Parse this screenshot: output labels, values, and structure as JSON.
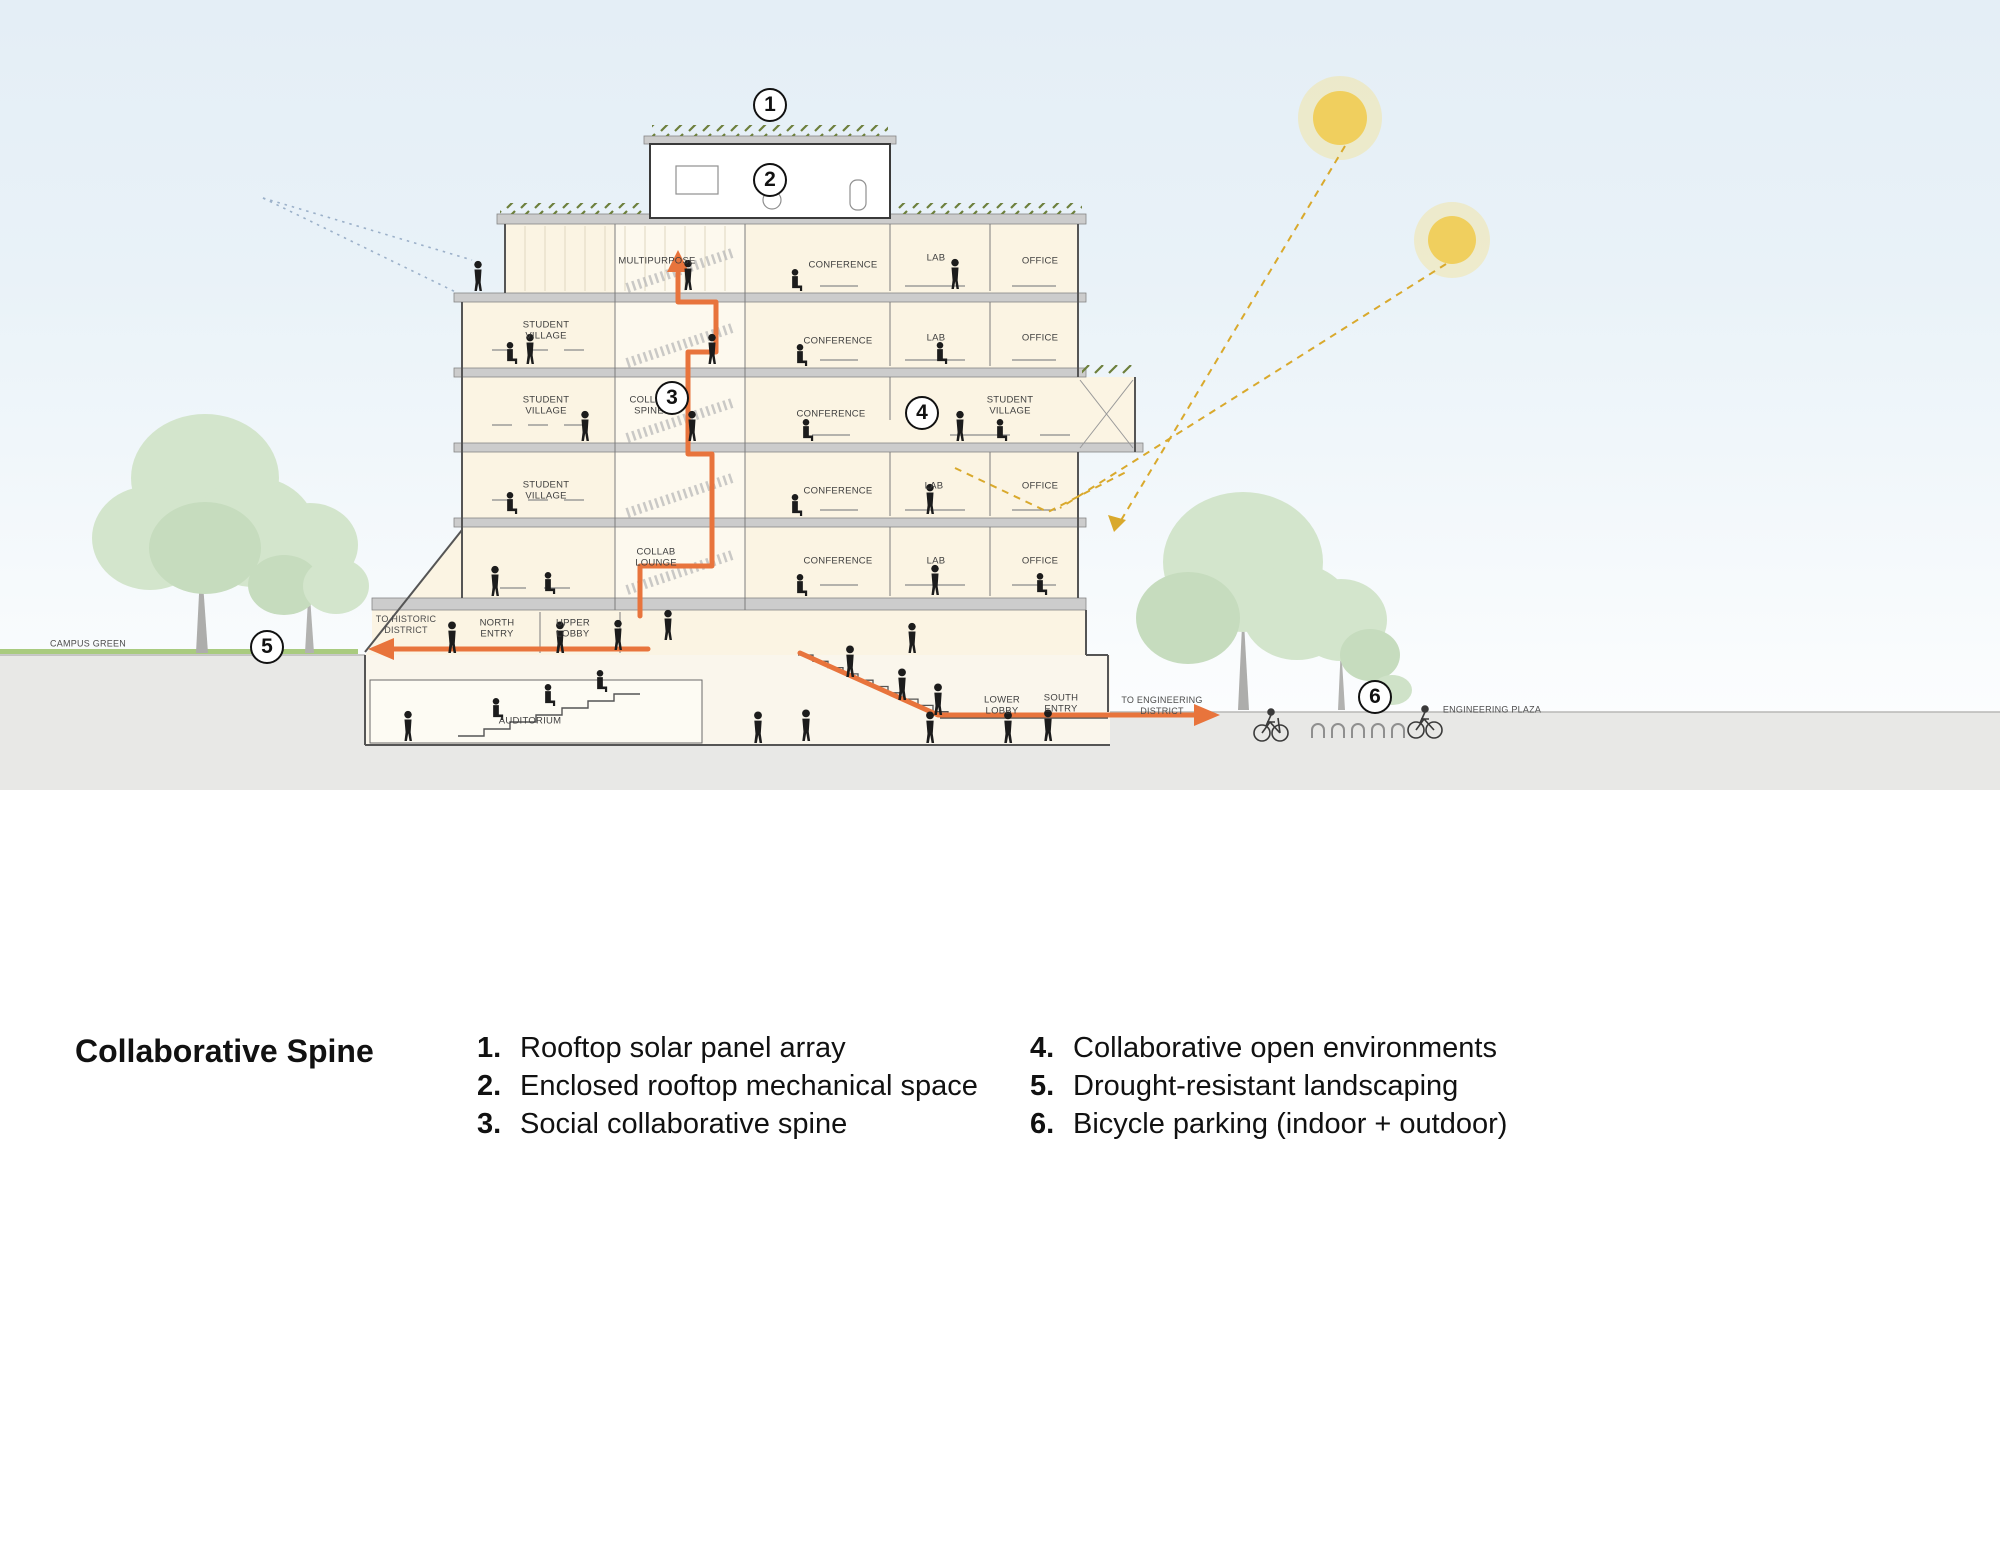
{
  "title": "Collaborative Spine",
  "legend": [
    {
      "num": "1.",
      "text": "Rooftop solar panel array"
    },
    {
      "num": "2.",
      "text": "Enclosed rooftop mechanical space"
    },
    {
      "num": "3.",
      "text": "Social collaborative spine"
    },
    {
      "num": "4.",
      "text": "Collaborative open environments"
    },
    {
      "num": "5.",
      "text": "Drought-resistant landscaping"
    },
    {
      "num": "6.",
      "text": "Bicycle parking (indoor + outdoor)"
    }
  ],
  "markers": {
    "m1": "1",
    "m2": "2",
    "m3": "3",
    "m4": "4",
    "m5": "5",
    "m6": "6"
  },
  "rooms": {
    "f6": [
      "MULTIPURPOSE",
      "CONFERENCE",
      "LAB",
      "OFFICE"
    ],
    "f5": [
      "STUDENT\nVILLAGE",
      "CONFERENCE",
      "LAB",
      "OFFICE"
    ],
    "f4": [
      "STUDENT\nVILLAGE",
      "COLLAB\nSPINE",
      "CONFERENCE",
      "STUDENT\nVILLAGE"
    ],
    "f3": [
      "STUDENT\nVILLAGE",
      "CONFERENCE",
      "LAB",
      "OFFICE"
    ],
    "f2": [
      "COLLAB\nLOUNGE",
      "CONFERENCE",
      "LAB",
      "OFFICE"
    ],
    "f1": [
      "NORTH\nENTRY",
      "UPPER\nLOBBY"
    ],
    "lower": [
      "AUDITORIUM",
      "LOWER\nLOBBY",
      "SOUTH\nENTRY"
    ]
  },
  "site": {
    "campus_green": "CAMPUS GREEN",
    "to_historic": "TO HISTORIC\nDISTRICT",
    "to_engineering": "TO ENGINEERING\nDISTRICT",
    "engineering_plaza": "ENGINEERING PLAZA"
  },
  "colors": {
    "accent_orange": "#e8743c",
    "sun_yellow": "#f0cf5e",
    "tree_green": "#d3e5cc",
    "sky_blue": "#e6f0f7"
  }
}
